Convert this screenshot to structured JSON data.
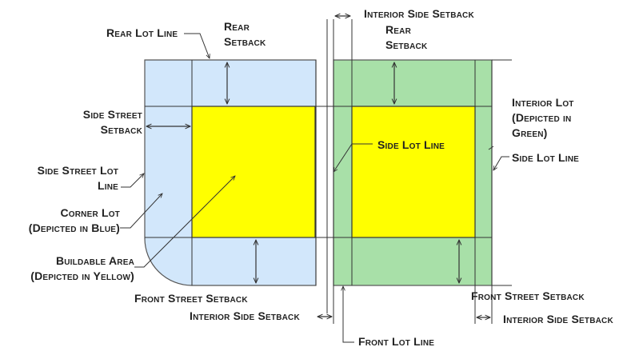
{
  "labels": {
    "rear_lot_line": "Rear Lot Line",
    "rear_setback_left": [
      "Rear",
      "Setback"
    ],
    "interior_side_setback_top": "Interior Side Setback",
    "rear_setback_right": [
      "Rear",
      "Setback"
    ],
    "side_street_setback": [
      "Side Street",
      "Setback"
    ],
    "interior_lot": [
      "Interior Lot",
      "(Depicted in",
      "Green)"
    ],
    "side_lot_line_center": "Side Lot Line",
    "side_lot_line_right": "Side Lot Line",
    "side_street_lot_line": [
      "Side Street Lot",
      "Line"
    ],
    "corner_lot": [
      "Corner Lot",
      "(Depicted in Blue)"
    ],
    "buildable_area": [
      "Buildable Area",
      "(Depicted in Yellow)"
    ],
    "front_street_setback_left": "Front Street Setback",
    "front_street_setback_right": "Front Street Setback",
    "interior_side_setback_left": "Interior Side Setback",
    "interior_side_setback_right": "Interior Side Setback",
    "front_lot_line": "Front Lot Line"
  },
  "colors": {
    "corner_lot": "#d2e7fb",
    "interior_lot": "#a8e0a8",
    "buildable_area": "#ffff00",
    "lines": "#333333"
  }
}
